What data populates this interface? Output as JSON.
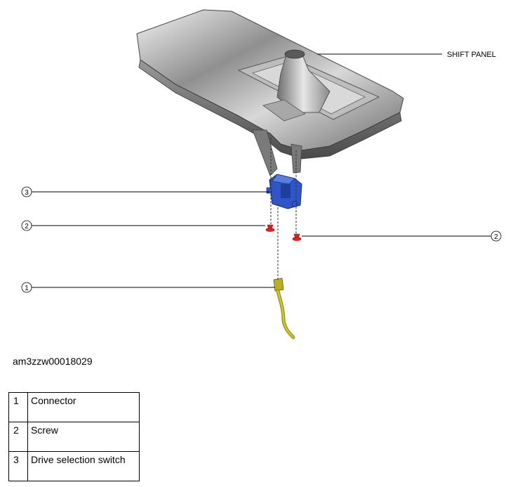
{
  "diagram": {
    "callouts": {
      "shift_panel": "SHIFT PANEL",
      "c3": "3",
      "c2_left": "2",
      "c2_right": "2",
      "c1": "1"
    },
    "colors": {
      "panel": "#c9c9c9",
      "switch": "#2f55c8",
      "screw": "#e02020",
      "connector": "#b8b020"
    }
  },
  "figure_code": "am3zzw00018029",
  "legend": {
    "rows": [
      {
        "num": "1",
        "label": "Connector"
      },
      {
        "num": "2",
        "label": "Screw"
      },
      {
        "num": "3",
        "label": "Drive selection switch"
      }
    ]
  }
}
